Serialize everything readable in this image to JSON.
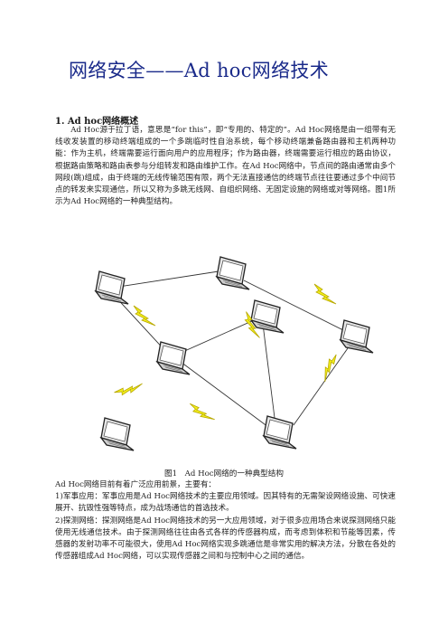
{
  "title": "网络安全——Ad hoc网络技术",
  "section_heading": "1. Ad hoc网络概述",
  "intro_paragraph": "Ad Hoc源于拉丁语，意思是“for this”，即“专用的、特定的”。Ad Hoc网络是由一组带有无线收发装置的移动终端组成的一个多跳临时性自治系统，每个移动终端兼备路由器和主机两种功能：作为主机，终端需要运行面向用户的应用程序；作为路由器，终端需要运行相应的路由协议，根据路由策略和路由表参与分组转发和路由维护工作。在Ad Hoc网络中，节点间的路由通常由多个网段(跳)组成，由于终端的无线传输范围有限，两个无法直接通信的终端节点往往要通过多个中间节点的转发来实现通信，所以又称为多跳无线网、自组织网络、无固定设施的网络或对等网络。图1所示为Ad Hoc网络的一种典型结构。",
  "figure_caption": "图1　Ad Hoc网络的一种典型结构",
  "apps_intro": "Ad Hoc网络目前有着广泛应用前景，主要有：",
  "apps_1": "1)军事应用：军事应用是Ad Hoc网络技术的主要应用领域。因其特有的无需架设网络设施、可快速展开、抗毁性强等特点，成为战场通信的首选技术。",
  "apps_2": "2)探测网络：探测网络是Ad Hoc网络技术的另一大应用领域，对于很多应用场合来说探测网络只能使用无线通信技术。由于探测网络往往由各式各样的传感器构成，而考虑到体积和节能等因素，传感器的发射功率不可能很大，使用Ad Hoc网络实现多跳通信是非常实用的解决方法，分散在各处的传感器组成Ad Hoc网络，可以实现传感器之间和与控制中心之间的通信。",
  "colors": {
    "title": "#1a2a8a",
    "lightning": "#f2ee1c",
    "lightning_stroke": "#b8a800"
  },
  "figure_icons": [
    "laptop-icon",
    "lightning-icon"
  ]
}
